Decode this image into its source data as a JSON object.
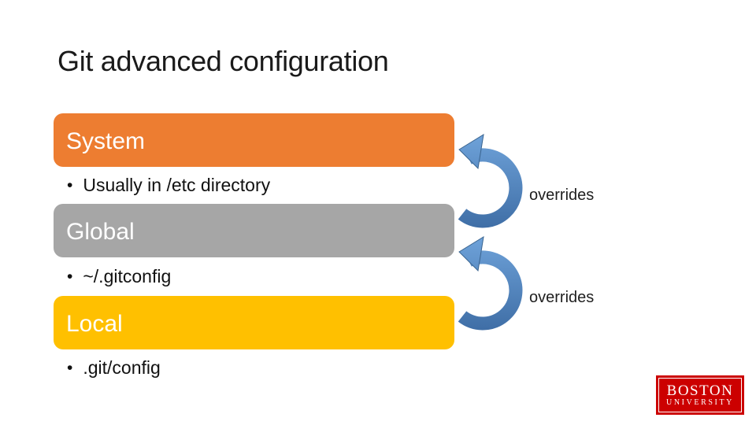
{
  "slide": {
    "title": "Git advanced configuration"
  },
  "diagram": {
    "bullet_char": "•",
    "levels": [
      {
        "label": "System",
        "bullet": "Usually in /etc directory"
      },
      {
        "label": "Global",
        "bullet": "~/.gitconfig"
      },
      {
        "label": "Local",
        "bullet": ".git/config"
      }
    ],
    "arrows": [
      {
        "label": "overrides"
      },
      {
        "label": "overrides"
      }
    ]
  },
  "colors": {
    "system_bar": "#ED7D31",
    "global_bar": "#A6A6A6",
    "local_bar": "#FFC000",
    "arrow_top": "#6FA3DA",
    "arrow_bottom": "#3E6DA5",
    "arrow_outline": "#3A648F",
    "logo_red": "#CC0000"
  },
  "logo": {
    "line1": "BOSTON",
    "line2": "UNIVERSITY"
  }
}
